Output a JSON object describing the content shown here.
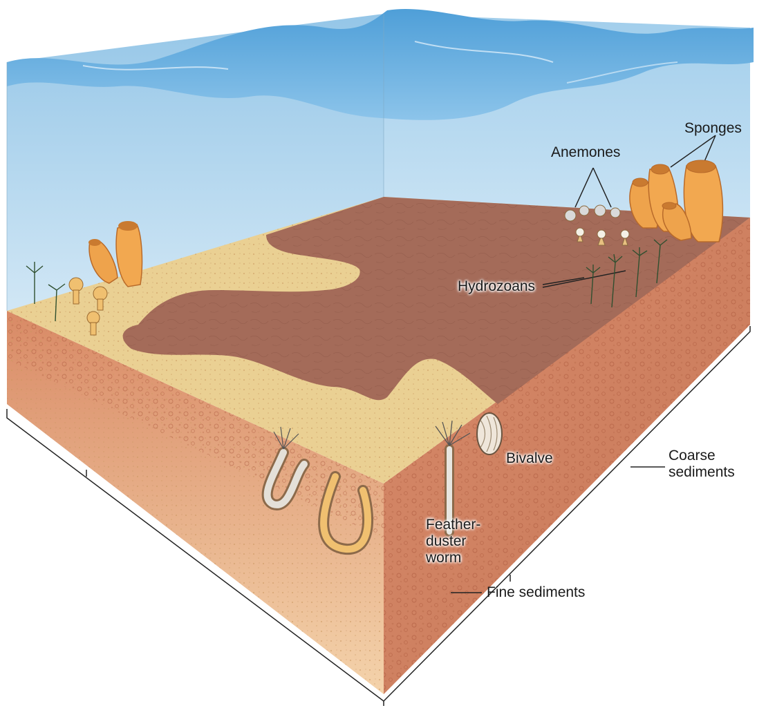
{
  "labels": {
    "sponges": "Sponges",
    "anemones": "Anemones",
    "hydrozoans": "Hydrozoans",
    "bivalve": "Bivalve",
    "coarse_line1": "Coarse",
    "coarse_line2": "sediments",
    "feather_line1": "Feather-",
    "feather_line2": "duster",
    "feather_line3": "worm",
    "fine_sediments": "Fine sediments"
  },
  "colors": {
    "water_top": "#6fb2df",
    "water_light": "#d9ecf8",
    "fine_surface": "#e9cf94",
    "fine_side": "#f2cfa3",
    "coarse_surface": "#a66d5a",
    "coarse_side": "#d98f6e",
    "sponge": "#f0a04a"
  }
}
